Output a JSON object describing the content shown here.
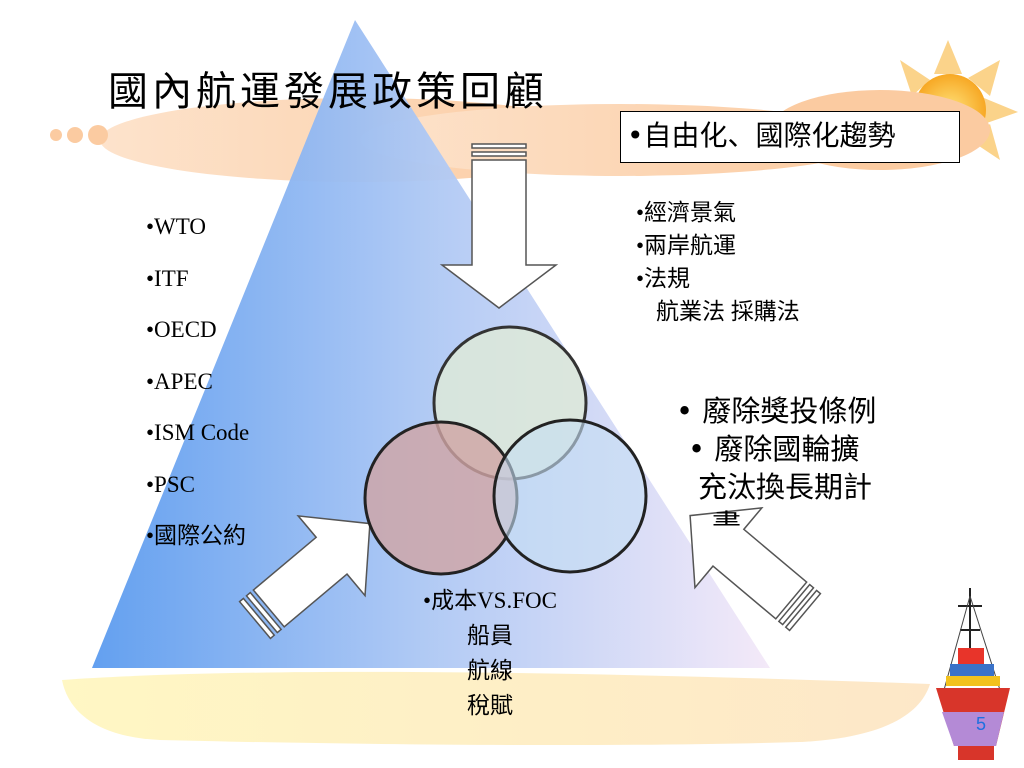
{
  "slide": {
    "title": "國內航運發展政策回顧",
    "trend_box": "•自由化、國際化趨勢",
    "organizations": [
      "•WTO",
      "•ITF",
      "•OECD",
      "•APEC",
      "•ISM Code",
      "•PSC",
      "•國際公約"
    ],
    "economy": {
      "items": [
        "•經濟景氣",
        "•兩岸航運",
        "•法規"
      ],
      "sub_item": "航業法 採購法"
    },
    "abolish": {
      "line1": "• 廢除獎投條例",
      "line2": "• 廢除國輪擴",
      "line3": "充汰換長期計",
      "line4": "畫"
    },
    "cost": {
      "heading": "•成本VS.FOC",
      "items": [
        "船員",
        "航線",
        "稅賦"
      ]
    },
    "page_number": "5"
  },
  "colors": {
    "triangle_left": "#5b9bef",
    "triangle_right": "#f3e8f8",
    "circle_top": "#dde9d8",
    "circle_left": "#cfa4a4",
    "circle_right": "#c4def4",
    "sun": "#f7a824",
    "cloud": "#fbd7b4",
    "page_number": "#1f6fe0"
  }
}
